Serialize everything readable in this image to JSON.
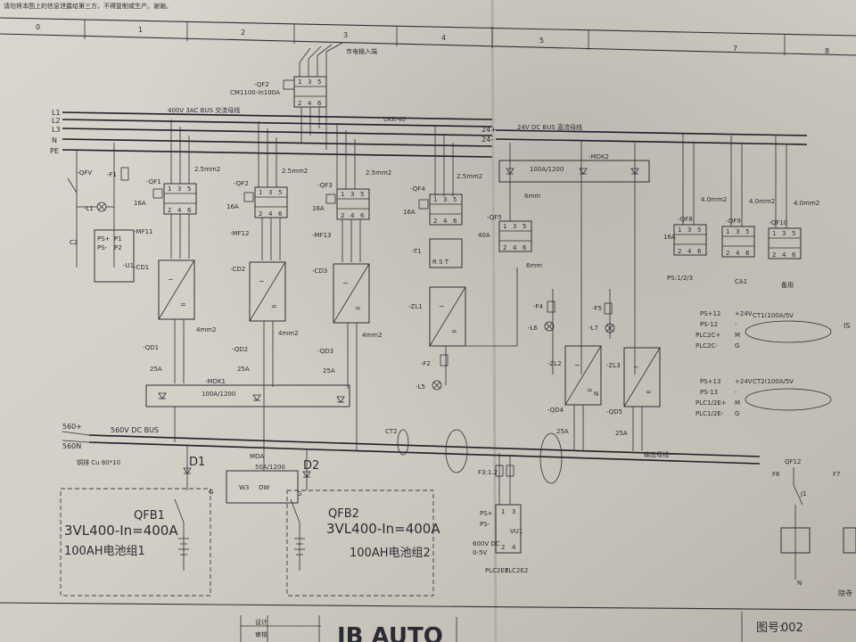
{
  "header": {
    "note_left": "请勿将本图上的信息泄露给第三方，不得复制或生产。谢谢。",
    "grid_columns": [
      "0",
      "1",
      "2",
      "3",
      "4",
      "5",
      "7",
      "8"
    ]
  },
  "feeds": {
    "l1": "L1",
    "l2": "L2",
    "l3": "L3",
    "n": "N",
    "pe": "PE",
    "ac_bus": "400V 3AC BUS 交流母线",
    "ukk": "UKK-40",
    "dc24_plus": "24+",
    "dc24_minus": "24-",
    "dc24_bus": "24V DC BUS 直流母线",
    "main_breaker": "-QF2",
    "main_breaker_model": "CM1100-In100A",
    "supply_note": "市电输入端"
  },
  "left_branch": {
    "qfv": "-QFV",
    "f1": "-F1",
    "l1": "-L1",
    "c2": "C2",
    "pss": [
      "PS+",
      "PS-",
      "P1",
      "P2"
    ],
    "unit": "-U1"
  },
  "converters": [
    {
      "qf": "-QF1",
      "a": "16A",
      "mf": "-MF11",
      "cd": "-CD1",
      "qd": "-QD1",
      "amp": "25A",
      "wire": "2.5mm2",
      "wire2": "4mm2"
    },
    {
      "qf": "-QF2",
      "a": "16A",
      "mf": "-MF12",
      "cd": "-CD2",
      "qd": "-QD2",
      "amp": "25A",
      "wire": "2.5mm2",
      "wire2": "4mm2"
    },
    {
      "qf": "-QF3",
      "a": "16A",
      "mf": "-MF13",
      "cd": "-CD3",
      "qd": "-QD3",
      "amp": "25A",
      "wire": "2.5mm2",
      "wire2": "4mm2"
    }
  ],
  "qf4_branch": {
    "qf": "-QF4",
    "a": "16A",
    "t1": "-T1",
    "zl1": "-ZL1",
    "f2": "-F2",
    "l5": "-L5",
    "wire": "2.5mm2",
    "rst": "R S T"
  },
  "qf5_branch": {
    "qf": "-QF5",
    "a": "40A",
    "f4": "-F4",
    "l6": "-L6",
    "f5": "-F5",
    "l7": "-L7",
    "zl2": "-ZL2",
    "zl3": "-ZL3",
    "qd4": "-QD4",
    "qd5": "-QD5",
    "amp": "25A",
    "wire": "6mm",
    "n": "N"
  },
  "mdk": {
    "mdk1": "-MDK1",
    "mdk1_rating": "100A/1200",
    "mdk2": "-MDK2",
    "mdk2_rating": "100A/1200"
  },
  "dc_breakers": [
    {
      "qf": "-QF8",
      "a": "16A",
      "wire": "4.0mm2"
    },
    {
      "qf": "-QF9",
      "a": "",
      "wire": "4.0mm2"
    },
    {
      "qf": "-QF10",
      "a": "",
      "wire": "4.0mm2"
    }
  ],
  "dc_breaker_notes": {
    "ps": "PS:1/2/3",
    "ca1": "CA1",
    "note": "备用"
  },
  "sensors": {
    "ct1": "CT1(100A/5V",
    "ct2": "CT2(100A/5V",
    "rows1": [
      "PS+12",
      "PS-12",
      "PLC2C+",
      "PLC2C-"
    ],
    "rows2": [
      "PS+13",
      "PS-13",
      "PLC1/2E+",
      "PLC1/2E-"
    ],
    "pins": [
      "+24V",
      "-",
      "M",
      "G"
    ]
  },
  "hv_bus": {
    "plus": "560+",
    "minus": "560N",
    "label": "560V DC BUS",
    "copper": "铜排 Cu 80*10",
    "ct2": "CT2",
    "out": "输出母线"
  },
  "battery": {
    "d1": "D1",
    "d2": "D2",
    "mda": "MDA",
    "mda_rating": "50A/1200",
    "g": "G",
    "w3": "W3",
    "dw": "DW",
    "qfb1": "QFB1",
    "qfb1_model": "3VL400-In=400A",
    "pack1": "100AH电池组1",
    "qfb2": "QFB2",
    "qfb2_model": "3VL400-In=400A",
    "pack2": "100AH电池组2"
  },
  "measure": {
    "f3": "F3:1.2",
    "pss": [
      "PS+",
      "PS-"
    ],
    "v": "600V DC",
    "range": "0-5V",
    "unit": "VU1",
    "codes": [
      "PLC2E1",
      "PLC2E2"
    ],
    "pins": [
      "1",
      "3",
      "2",
      "4"
    ]
  },
  "right_edge": {
    "qf12": "QF12",
    "f6": "F6",
    "f7": "F7",
    "j1": "J1",
    "n": "N",
    "partial": "IS",
    "tail": "除寺"
  },
  "title_block": {
    "company": "JB AUTO",
    "drawing_label": "图号:",
    "drawing_no": "002",
    "design": "设计",
    "check": "审核"
  }
}
